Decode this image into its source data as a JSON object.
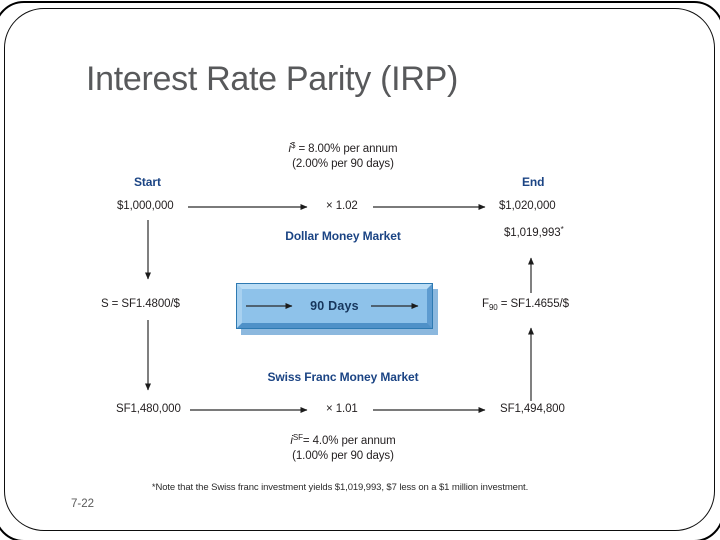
{
  "slide": {
    "title": "Interest Rate Parity (IRP)",
    "page_number": "7-22"
  },
  "colors": {
    "title_gray": "#58595b",
    "label_navy": "#1b4484",
    "box_fill": "#8ec2ea",
    "box_border": "#2e7ab2",
    "box_shadow": "#8cb8de",
    "frame_black": "#000000"
  },
  "diagram": {
    "top_rate": {
      "var": "i",
      "sup": "$",
      "rest": " = 8.00% per annum",
      "line2": "(2.00% per 90 days)"
    },
    "start_label": "Start",
    "end_label": "End",
    "dollar_row": {
      "start": "$1,000,000",
      "multiplier": "× 1.02",
      "end": "$1,020,000"
    },
    "dollar_alt": {
      "value": "$1,019,993",
      "sup": "*"
    },
    "dollar_market_label": "Dollar Money Market",
    "spot_rate": "S = SF1.4800/$",
    "forward_rate": {
      "var": "F",
      "sub": "90",
      "rest": " = SF1.4655/$"
    },
    "box_label": "90 Days",
    "sf_market_label": "Swiss Franc Money Market",
    "sf_row": {
      "start": "SF1,480,000",
      "multiplier": "× 1.01",
      "end": "SF1,494,800"
    },
    "bottom_rate": {
      "var": "i",
      "sup": "SF",
      "rest": "= 4.0% per annum",
      "line2": "(1.00% per 90 days)"
    },
    "footnote": "*Note that the Swiss franc investment yields $1,019,993, $7 less on a $1 million investment."
  }
}
